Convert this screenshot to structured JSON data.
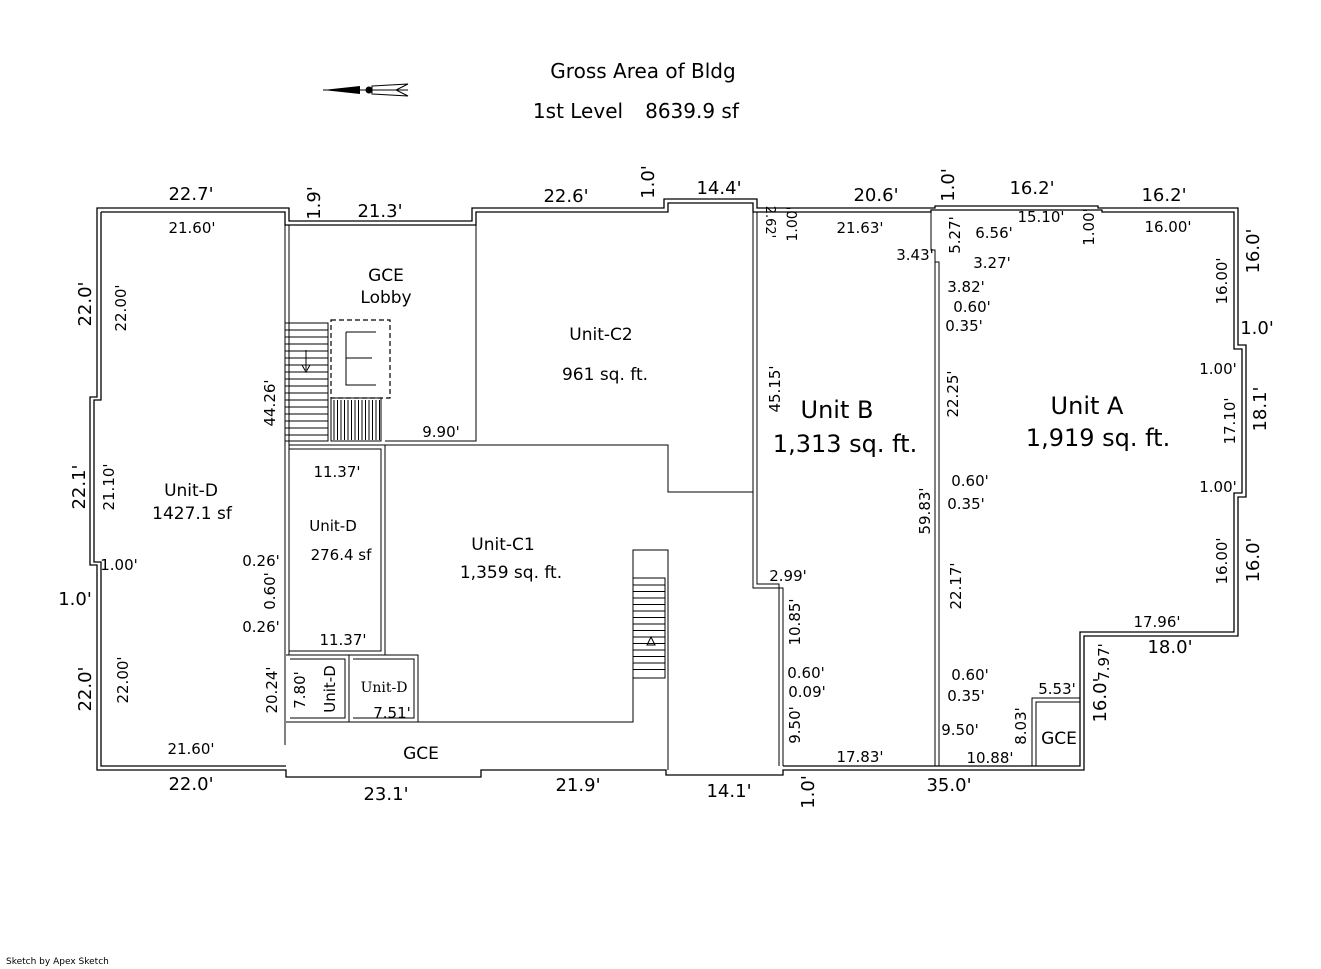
{
  "title": {
    "line1": "Gross Area of Bldg",
    "line2_level": "1st Level",
    "line2_area": "8639.9 sf"
  },
  "icons": {
    "compass": "north-arrow-icon",
    "stairs": "stairs-icon",
    "elevator": "elevator-icon"
  },
  "rooms": {
    "gce_lobby": {
      "name": "GCE",
      "sub": "Lobby"
    },
    "unit_c2": {
      "name": "Unit-C2",
      "area": "961 sq. ft."
    },
    "unit_b": {
      "name": "Unit B",
      "area": "1,313 sq. ft."
    },
    "unit_a": {
      "name": "Unit A",
      "area": "1,919 sq. ft."
    },
    "unit_d": {
      "name": "Unit-D",
      "area": "1427.1 sf"
    },
    "unit_d_small": {
      "name": "Unit-D",
      "area": "276.4 sf"
    },
    "unit_c1": {
      "name": "Unit-C1",
      "area": "1,359 sq. ft."
    },
    "unit_d_vert": {
      "name": "Unit-D"
    },
    "unit_d_serif": {
      "name": "Unit-D"
    },
    "gce_bottom": {
      "name": "GCE"
    },
    "gce_corner": {
      "name": "GCE"
    }
  },
  "exterior_dims": {
    "top": [
      "22.7'",
      "1.9'",
      "21.3'",
      "22.6'",
      "1.0'",
      "14.4'",
      "20.6'",
      "1.0'",
      "16.2'",
      "16.2'"
    ],
    "left": [
      "22.0'",
      "22.1'",
      "1.0'",
      "22.0'"
    ],
    "right": [
      "16.0'",
      "1.0'",
      "18.1'",
      "16.0'",
      "18.0'",
      "16.0'",
      "7.97'"
    ],
    "bottom": [
      "22.0'",
      "23.1'",
      "21.9'",
      "14.1'",
      "1.0'",
      "35.0'"
    ]
  },
  "interior_dims": {
    "unit_d": [
      "21.60'",
      "22.00'",
      "21.10'",
      "1.00'",
      "22.00'",
      "21.60'",
      "0.26'",
      "0.60'",
      "0.26'",
      "44.26'"
    ],
    "lobby": [
      "9.90'"
    ],
    "unit_d_small": [
      "11.37'",
      "11.37'",
      "20.24'",
      "7.80'",
      "7.51'"
    ],
    "unit_b": [
      "2.62'",
      "1.00'",
      "21.63'",
      "45.15'",
      "59.83'",
      "2.99'",
      "10.85'",
      "0.60'",
      "0.09'",
      "9.50'",
      "17.83'"
    ],
    "unit_a": [
      "5.27'",
      "3.43'",
      "6.56'",
      "15.10'",
      "1.00'",
      "16.00'",
      "3.27'",
      "3.82'",
      "0.60'",
      "0.35'",
      "16.00'",
      "1.00'",
      "17.10'",
      "22.25'",
      "0.60'",
      "0.35'",
      "1.00'",
      "22.17'",
      "16.00'",
      "17.96'",
      "0.60'",
      "0.35'",
      "5.53'",
      "8.03'",
      "9.50'",
      "10.88'"
    ]
  },
  "credit": "Sketch by Apex Sketch"
}
